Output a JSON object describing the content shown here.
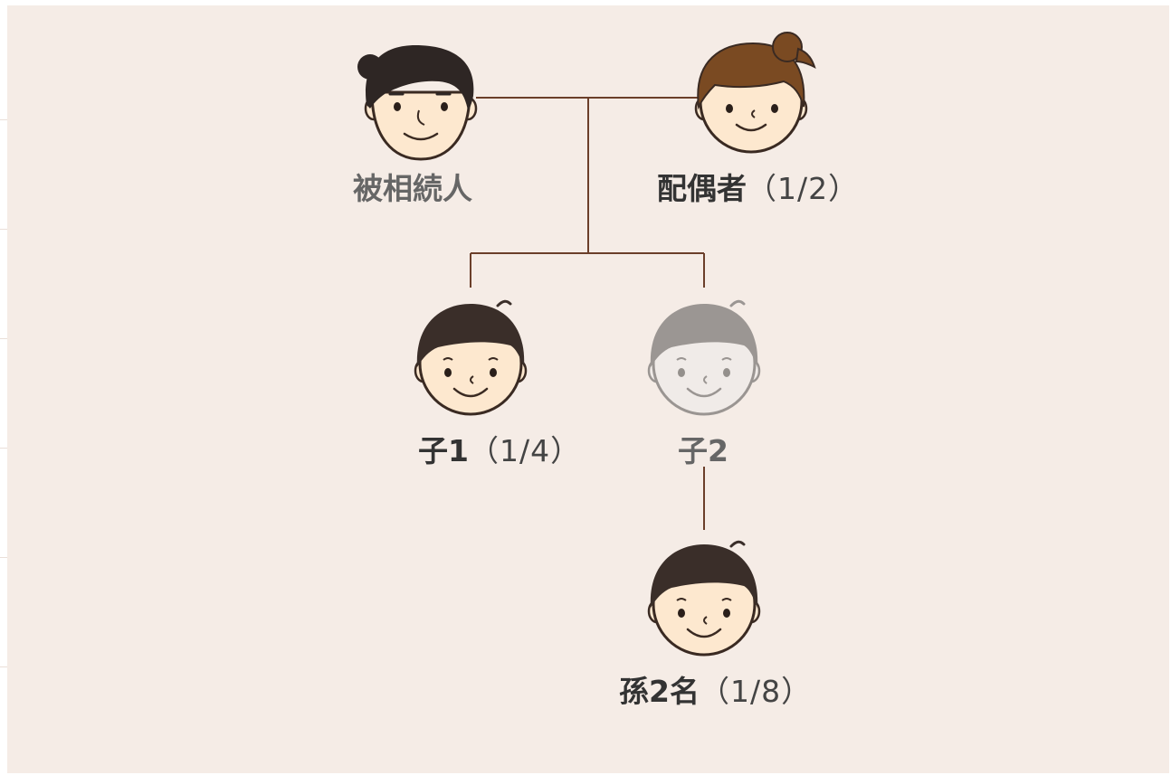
{
  "colors": {
    "background": "#f5ece6",
    "line": "#6b3f2a",
    "skin": "#fde8cf",
    "outline": "#3a2a22",
    "hair_dark": "#3a2e29",
    "hair_brown": "#7a4a22",
    "deceased_gray": "#8a8a8a"
  },
  "people": {
    "decedent": {
      "name": "被相続人",
      "share": "",
      "icon": "man-face-icon"
    },
    "spouse": {
      "name": "配偶者",
      "share": "（1/2）",
      "icon": "woman-face-icon"
    },
    "child1": {
      "name": "子1",
      "share": "（1/4）",
      "icon": "boy-face-icon"
    },
    "child2": {
      "name": "子2",
      "share": "",
      "icon": "boy-face-icon-grayed"
    },
    "grandchild": {
      "name": "孫2名",
      "share": "（1/8）",
      "icon": "boy-face-icon"
    }
  }
}
